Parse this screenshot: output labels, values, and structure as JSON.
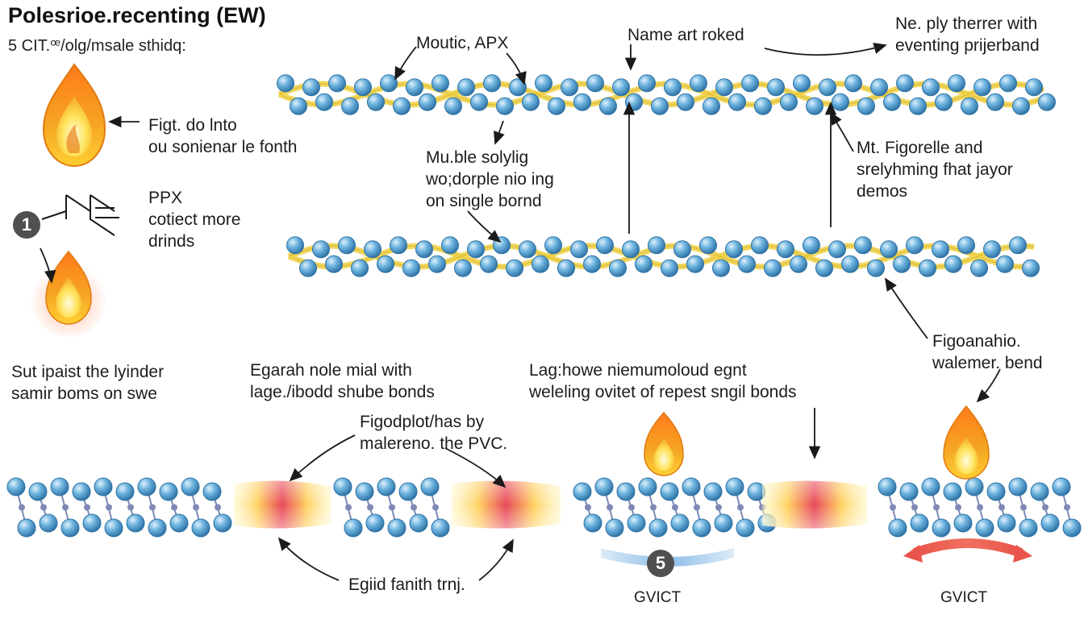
{
  "header": {
    "title": "Polesrioe.recenting (EW)",
    "subtitle": "5 CIT.ꟹ/olg/msale sthidq:"
  },
  "labels": {
    "moutic": "Moutic, APX",
    "name_art": "Name art roked",
    "ne_ply": "Ne. ply therrer with\neventing prijerband",
    "fight": "Figt. do lnto\nou sonienar le fonth",
    "ppx": "PPX\ncotiect more\ndrinds",
    "mubble": "Mu.ble solylig\nwo;dorple nio ing\non single bornd",
    "mt_figore": "Mt. Figorelle and\nsrelyhming fhat jayor\ndemos",
    "figoanahio": "Figoanahio.\nwalemer. bend",
    "sut_ipaist": "Sut ipaist the lyinder\nsamir boms on swe",
    "egarah": "Egarah nole mial with\nlage./ibodd shube bonds",
    "lagshowe": "Lag:howe niemumoloud egnt\nweleling ovitet of repest sngil bonds",
    "figodplot": "Figodplot/has by\nmalereno. the PVC.",
    "egiid": "Egiid fanith trnj.",
    "gvict_left": "GVICT",
    "gvict_right": "GVICT"
  },
  "badges": {
    "step_one": "1",
    "step_five": "5"
  },
  "colors": {
    "bead_fill": "#5fa9da",
    "bead_edge": "#2f73a6",
    "backbone": "#f0d24a",
    "heat_core": "#e8485a",
    "flame_outer": "#f5a623",
    "flame_inner": "#ffe45c",
    "arrow_cool": "#7fb6e4",
    "arrow_warm": "#e9544a",
    "link_dot": "#7e8ab5"
  },
  "icons": [
    "flame-icon",
    "molecule-bond-icon",
    "arrow-icon",
    "heat-zone-icon"
  ]
}
